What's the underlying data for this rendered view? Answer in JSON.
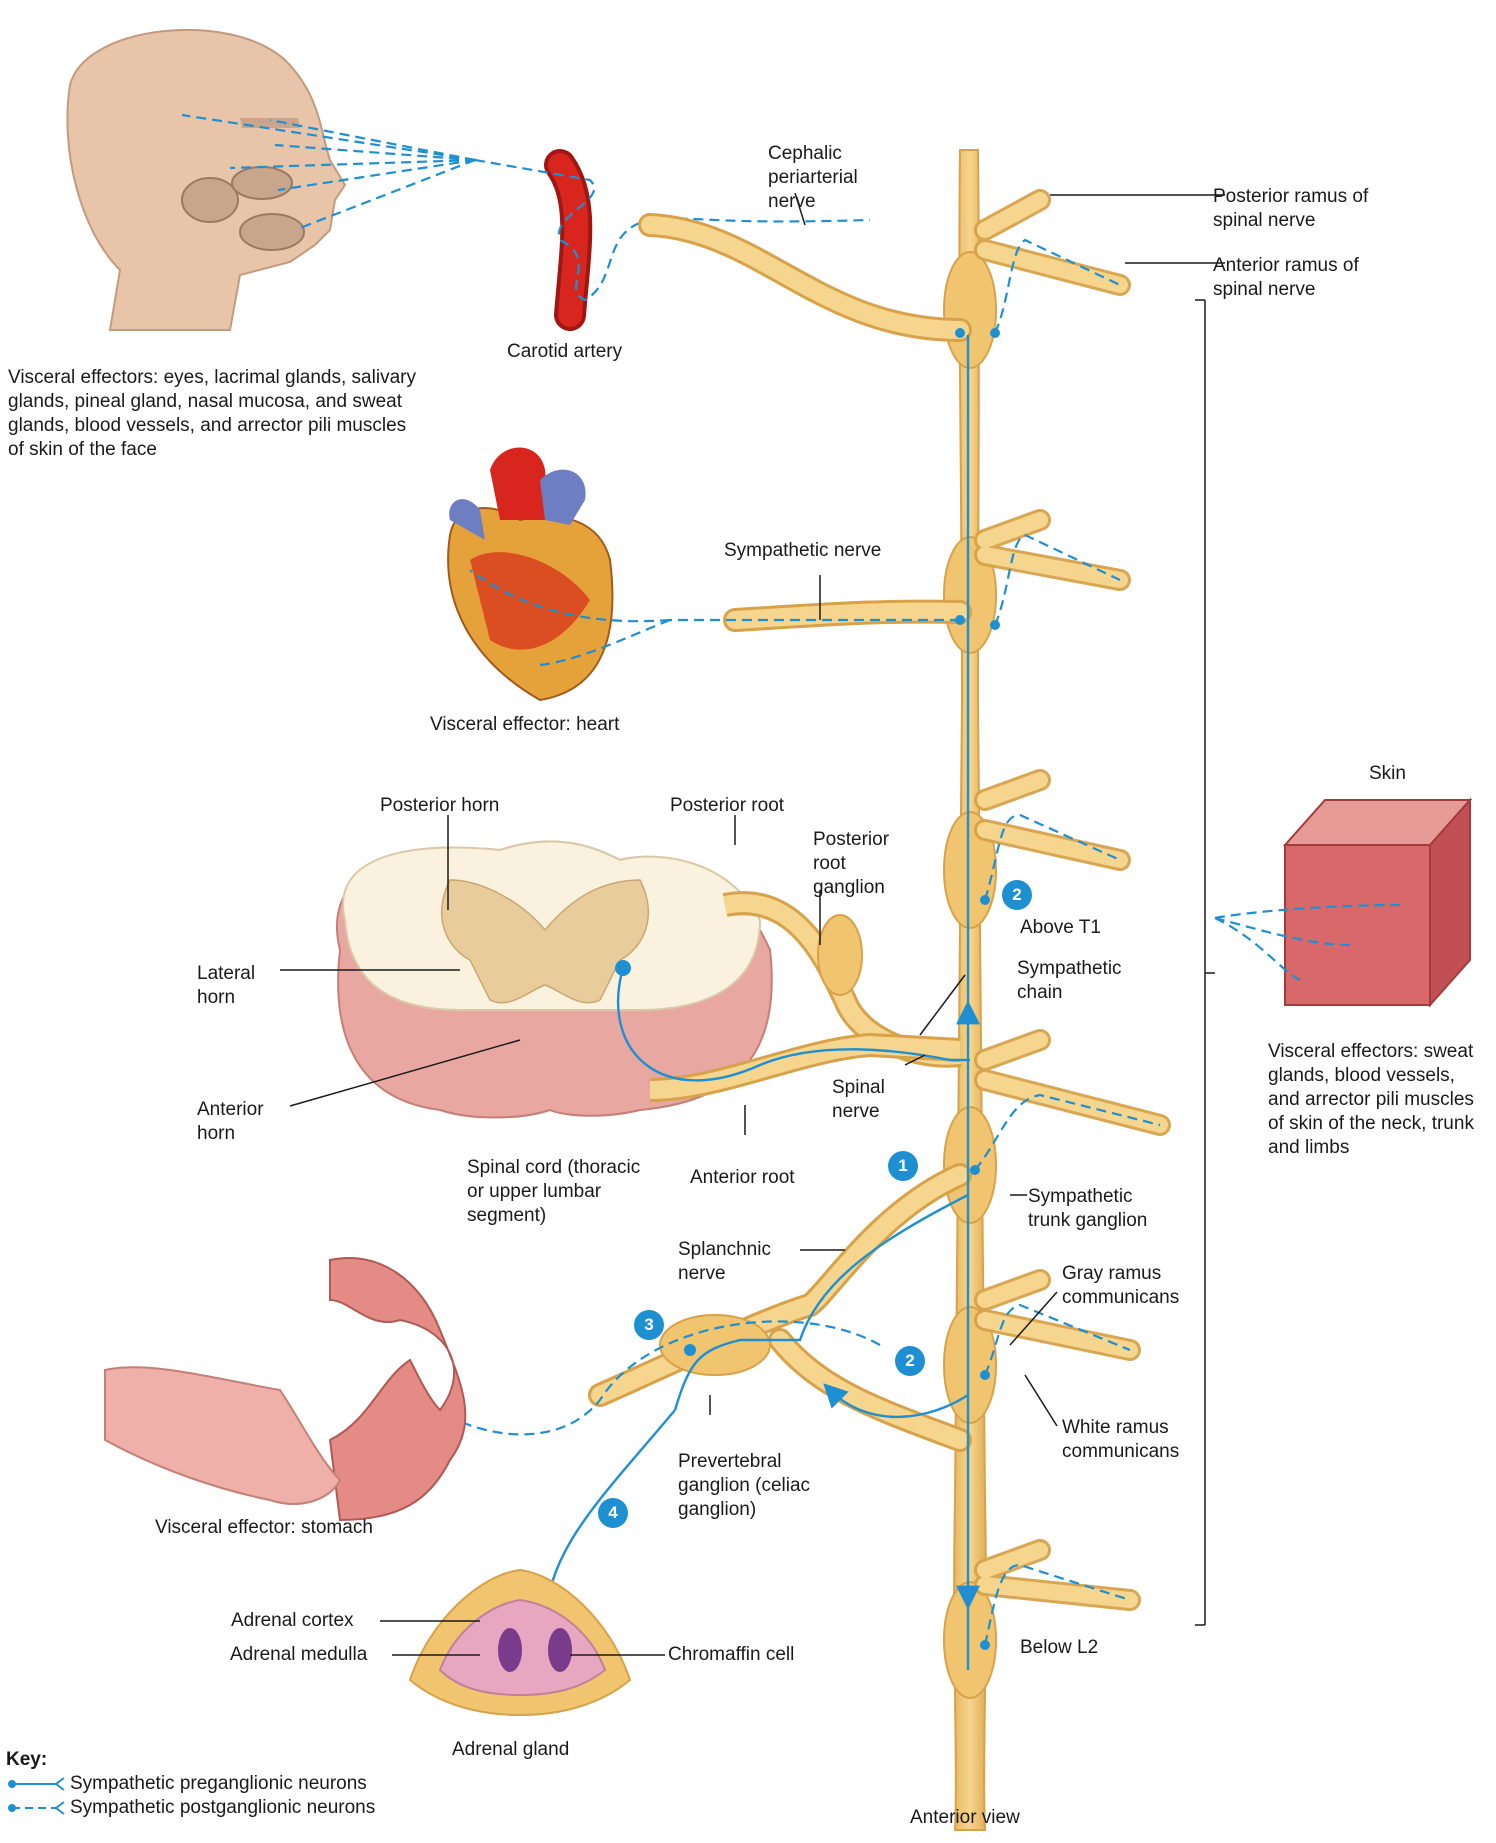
{
  "labels": {
    "head_effectors": "Visceral effectors: eyes, lacrimal glands, salivary glands, pineal gland, nasal mucosa, and sweat glands, blood vessels, and arrector pili muscles of skin of the face",
    "carotid": "Carotid artery",
    "cephalic": "Cephalic periarterial nerve",
    "posterior_ramus": "Posterior ramus of spinal nerve",
    "anterior_ramus": "Anterior ramus of spinal nerve",
    "sympathetic_nerve": "Sympathetic nerve",
    "heart": "Visceral effector: heart",
    "posterior_horn": "Posterior horn",
    "posterior_root": "Posterior root",
    "posterior_root_ganglion": "Posterior root ganglion",
    "above_t1": "Above T1",
    "sympathetic_chain": "Sympathetic chain",
    "lateral_horn": "Lateral horn",
    "anterior_horn": "Anterior horn",
    "spinal_nerve": "Spinal nerve",
    "anterior_root": "Anterior root",
    "spinal_cord": "Spinal cord (thoracic or upper lumbar segment)",
    "sympathetic_trunk_ganglion": "Sympathetic trunk ganglion",
    "splanchnic": "Splanchnic nerve",
    "gray_ramus": "Gray ramus communicans",
    "white_ramus": "White ramus communicans",
    "prevertebral": "Prevertebral ganglion (celiac ganglion)",
    "stomach": "Visceral effector: stomach",
    "adrenal_cortex": "Adrenal cortex",
    "adrenal_medulla": "Adrenal medulla",
    "chromaffin": "Chromaffin cell",
    "adrenal_gland": "Adrenal gland",
    "below_l2": "Below L2",
    "skin": "Skin",
    "skin_effectors": "Visceral effectors: sweat glands, blood vessels, and arrector pili muscles of skin of the neck, trunk and limbs",
    "anterior_view": "Anterior view"
  },
  "badges": [
    "1",
    "2",
    "2",
    "3",
    "4"
  ],
  "key": {
    "title": "Key:",
    "preganglionic": "Sympathetic preganglionic neurons",
    "postganglionic": "Sympathetic postganglionic neurons"
  },
  "colors": {
    "nerve": "#f1c46f",
    "nerve_edge": "#d7a24a",
    "neuron": "#1e90d2",
    "artery": "#d8261f",
    "skin_tone": "#e8c4a8",
    "stomach": "#e58b86",
    "adrenal": "#e8b99b",
    "medulla": "#7b3b8c"
  }
}
